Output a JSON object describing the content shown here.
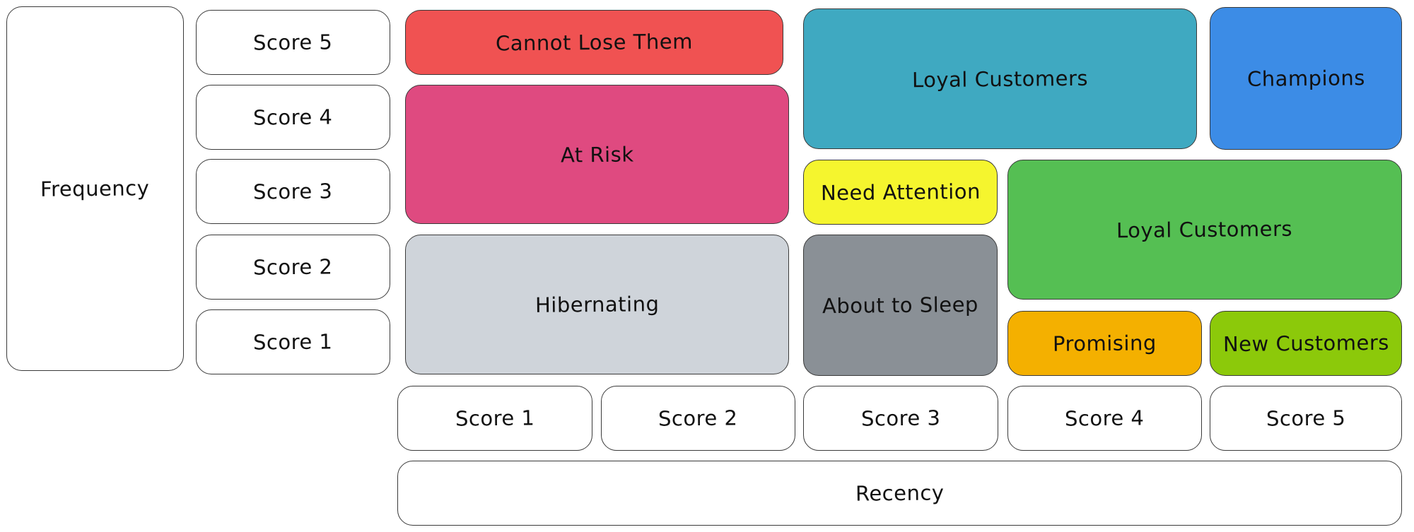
{
  "axes": {
    "frequency_label": "Frequency",
    "recency_label": "Recency"
  },
  "frequency_scores": [
    "Score 5",
    "Score 4",
    "Score 3",
    "Score 2",
    "Score 1"
  ],
  "recency_scores": [
    "Score 1",
    "Score 2",
    "Score 3",
    "Score 4",
    "Score 5"
  ],
  "segments": {
    "cannot_lose_them": {
      "label": "Cannot Lose Them",
      "color": "#f05252"
    },
    "at_risk": {
      "label": "At Risk",
      "color": "#df4a80"
    },
    "hibernating": {
      "label": "Hibernating",
      "color": "#cfd4da"
    },
    "loyal_customers_top": {
      "label": "Loyal Customers",
      "color": "#3fa9c1"
    },
    "champions": {
      "label": "Champions",
      "color": "#3c8ce6"
    },
    "need_attention": {
      "label": "Need Attention",
      "color": "#f5f52e"
    },
    "loyal_customers_mid": {
      "label": "Loyal Customers",
      "color": "#55bf53"
    },
    "about_to_sleep": {
      "label": "About to Sleep",
      "color": "#8a9096"
    },
    "promising": {
      "label": "Promising",
      "color": "#f4b000"
    },
    "new_customers": {
      "label": "New Customers",
      "color": "#8cc90a"
    }
  }
}
